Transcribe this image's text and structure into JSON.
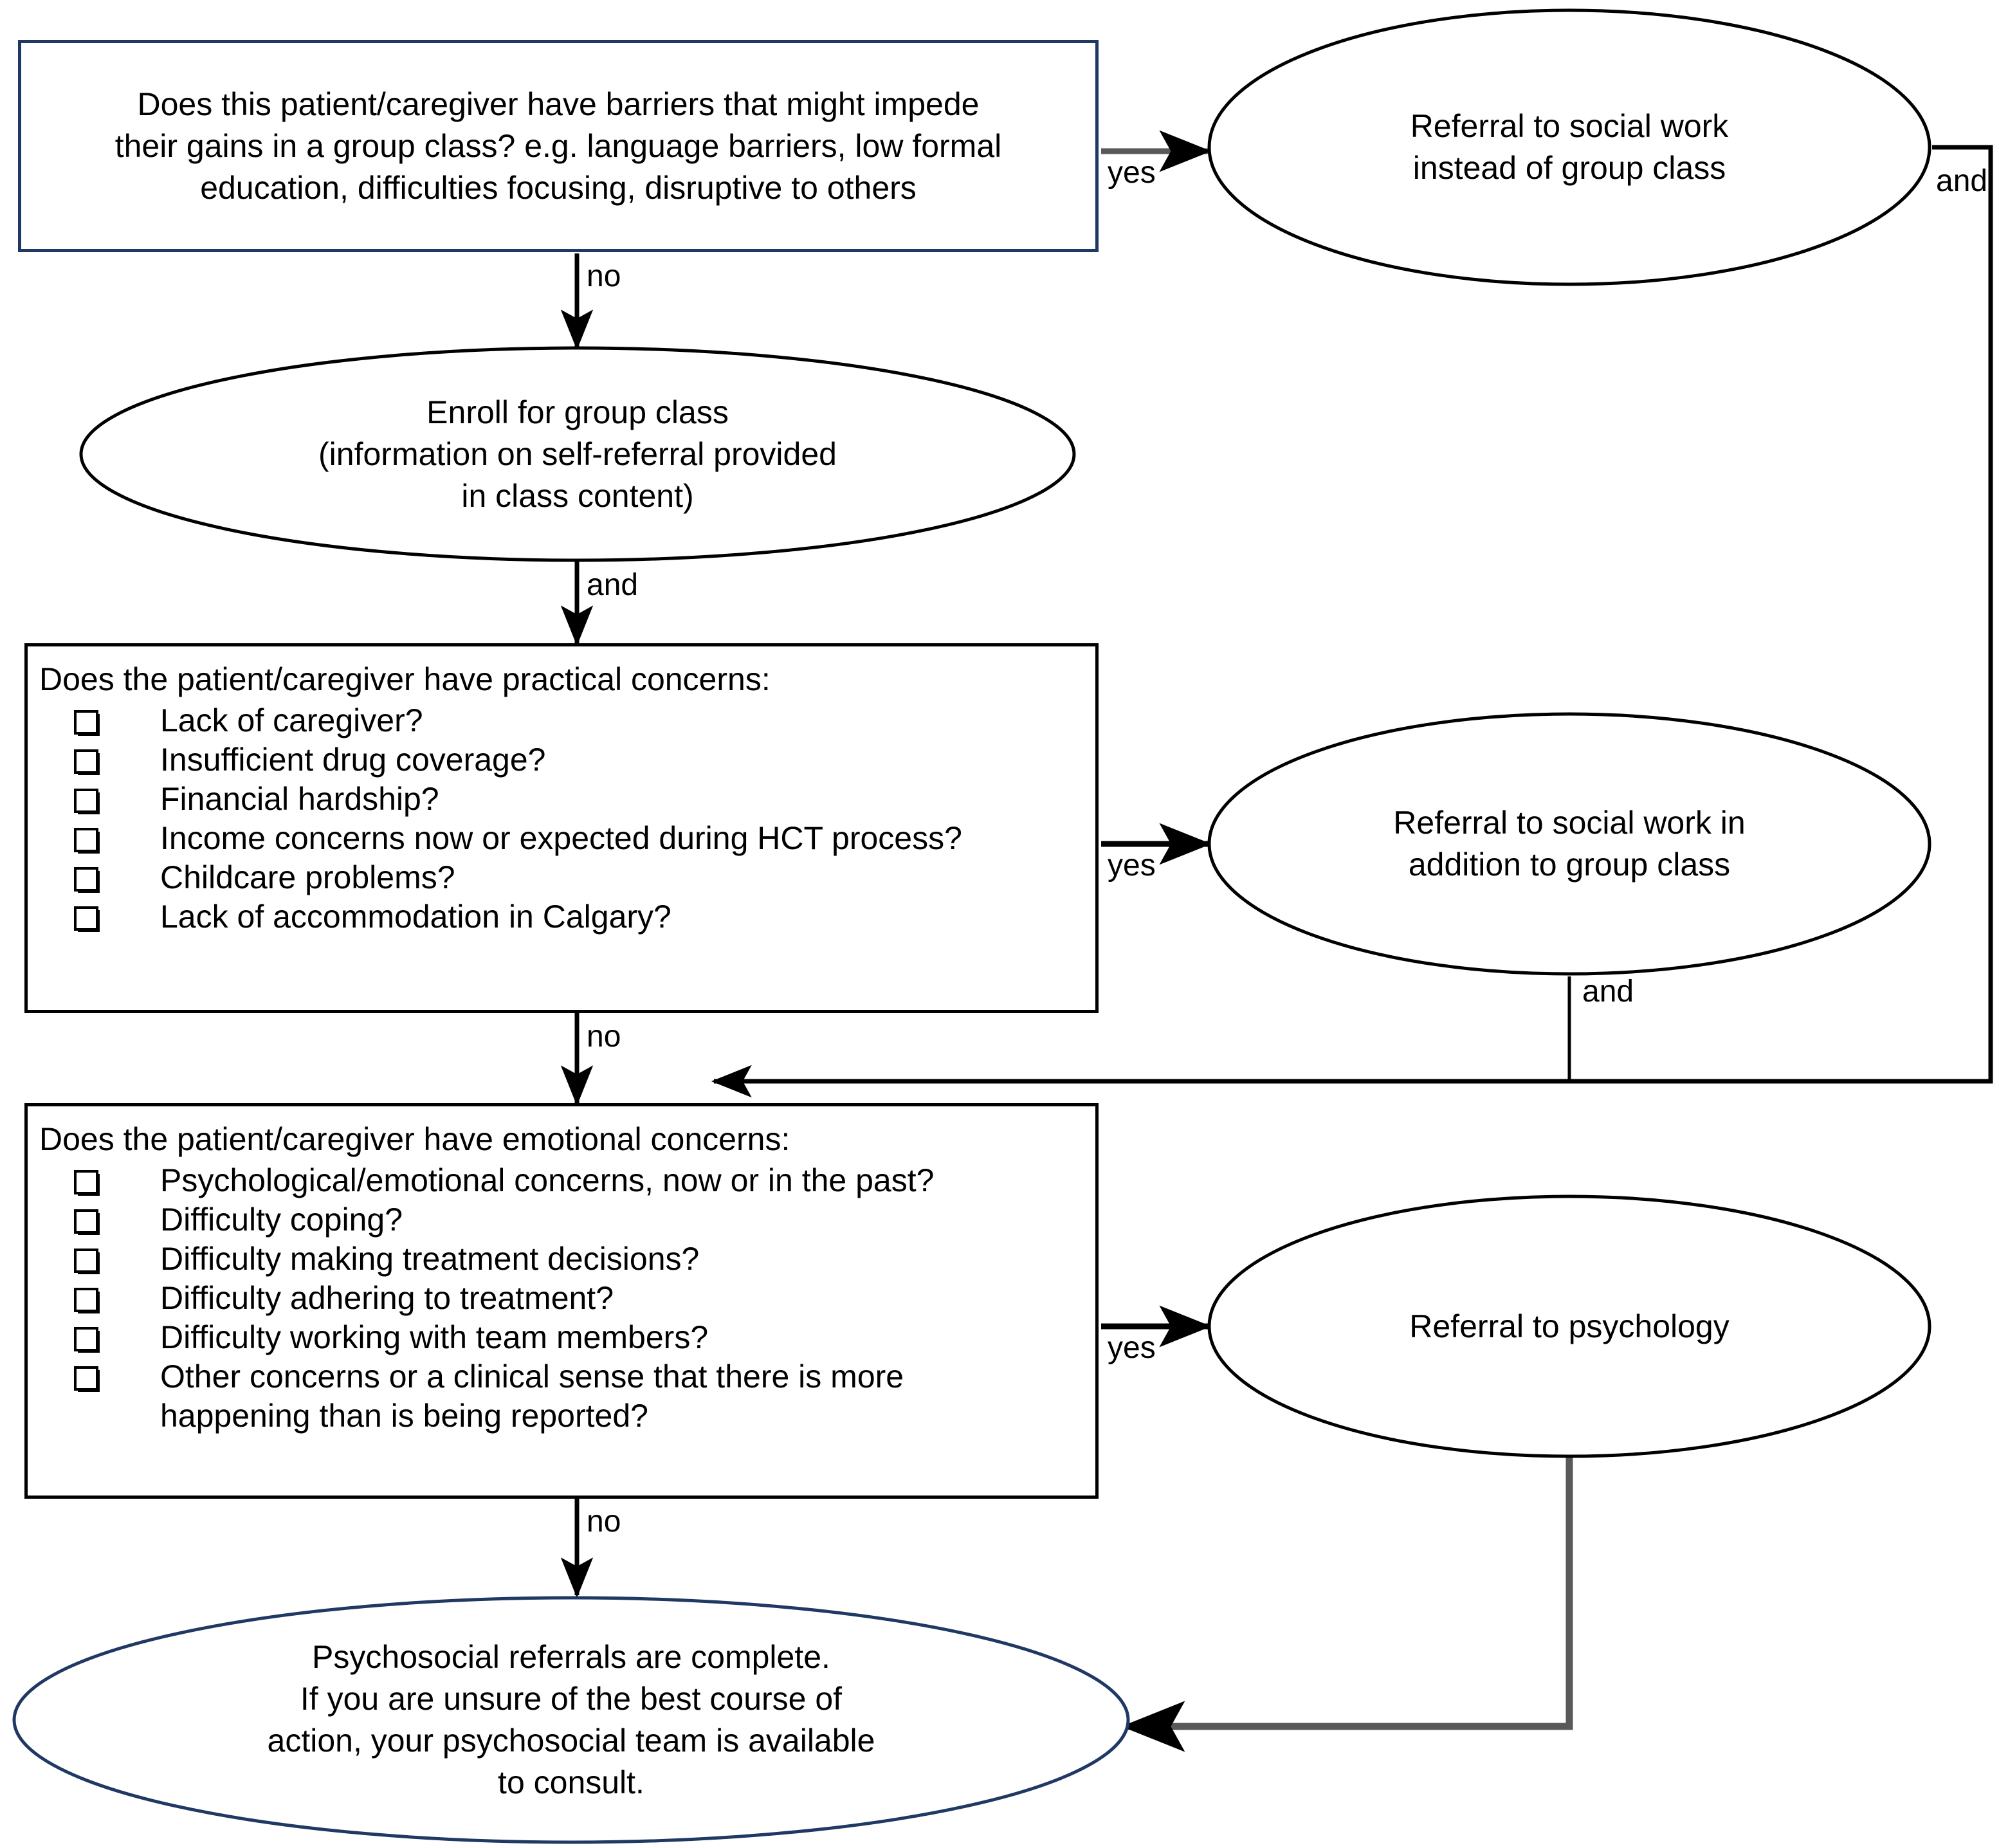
{
  "diagram": {
    "title": "Psychosocial referral decision flowchart",
    "accent_color": "#203864",
    "line_color": "#000000",
    "arrow_gray": "#595959"
  },
  "nodes": {
    "q_barriers": {
      "type": "process-box",
      "lines": [
        "Does this patient/caregiver have barriers that might impede",
        "their gains in a group class? e.g. language barriers, low formal",
        "education, difficulties focusing, disruptive to others"
      ]
    },
    "sw_instead": {
      "type": "ellipse",
      "lines": [
        "Referral to social work",
        "instead of group class"
      ]
    },
    "enroll": {
      "type": "ellipse",
      "lines": [
        "Enroll for group class",
        "(information on self-referral provided",
        "in class content)"
      ]
    },
    "q_practical": {
      "type": "checklist-box",
      "title": "Does the patient/caregiver have practical concerns:",
      "items": [
        "Lack of caregiver?",
        "Insufficient drug coverage?",
        "Financial hardship?",
        "Income concerns now or expected during HCT process?",
        "Childcare problems?",
        "Lack of accommodation in Calgary?"
      ]
    },
    "sw_addition": {
      "type": "ellipse",
      "lines": [
        "Referral to social work in",
        "addition to group class"
      ]
    },
    "q_emotional": {
      "type": "checklist-box",
      "title": "Does the patient/caregiver have emotional concerns:",
      "items": [
        "Psychological/emotional concerns, now or in the past?",
        "Difficulty coping?",
        "Difficulty making treatment decisions?",
        "Difficulty adhering to treatment?",
        "Difficulty working with team members?",
        "Other concerns or a clinical sense that there is more\nhappening than is being reported?"
      ],
      "last_item_line1": "Other concerns or a clinical sense that there is more",
      "last_item_line2": "happening than is being reported?"
    },
    "psychology": {
      "type": "ellipse",
      "lines": [
        "Referral to psychology"
      ]
    },
    "complete": {
      "type": "ellipse",
      "lines": [
        "Psychosocial referrals are complete.",
        "If you are unsure of the best course of",
        "action, your psychosocial team is available",
        "to consult."
      ]
    }
  },
  "edge_labels": {
    "yes_1": "yes",
    "and_1": "and",
    "no_1": "no",
    "and_2": "and",
    "yes_2": "yes",
    "and_3": "and",
    "no_2": "no",
    "yes_3": "yes",
    "no_3": "no"
  }
}
